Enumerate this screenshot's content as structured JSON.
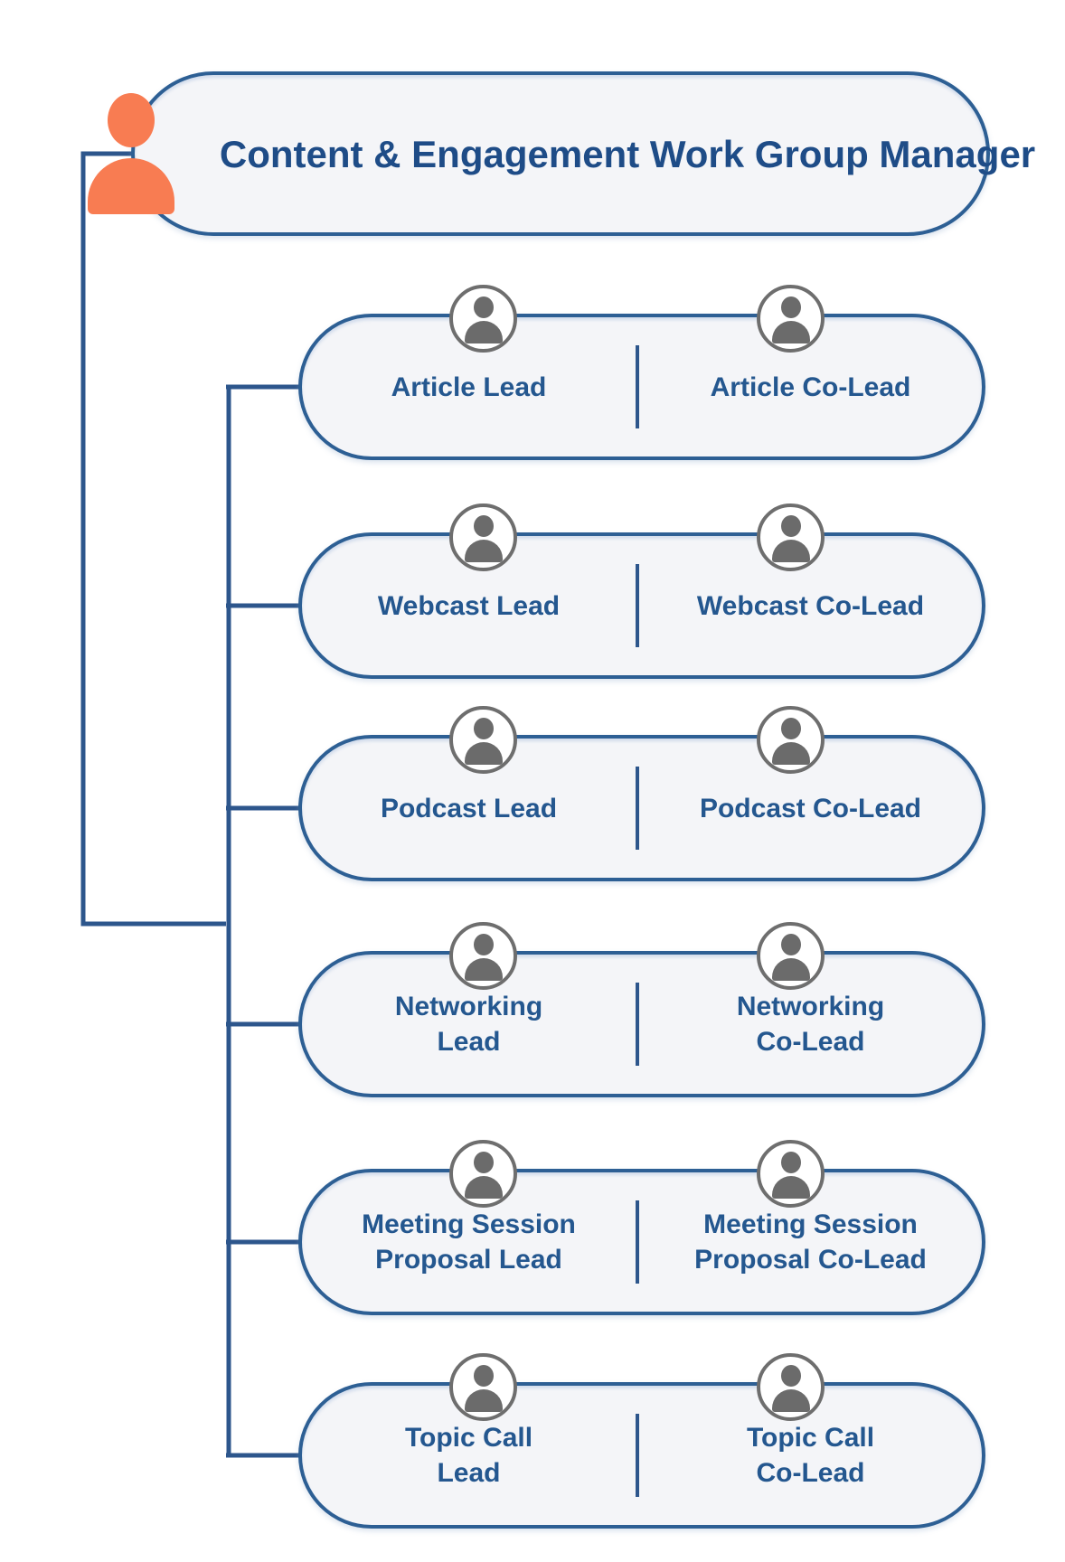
{
  "diagram_title": "Content & Engagement Work Group organization chart",
  "palette": {
    "connector_blue": "#2d568c",
    "pill_border_blue": "#2d5f94",
    "pill_fill": "#f4f5f8",
    "manager_title_text": "#1e4c87",
    "role_label_text": "#24578f",
    "avatar_gray": "#6e6e6e",
    "manager_icon_orange": "#f87c52",
    "background": "#ffffff"
  },
  "manager": {
    "title_line1": "Content & Engagement",
    "title_line2": "Work Group Manager",
    "icon": "person-icon-orange"
  },
  "rows": [
    {
      "id": "article",
      "lead_line1": "Article Lead",
      "lead_line2": "",
      "colead_line1": "Article Co-Lead",
      "colead_line2": ""
    },
    {
      "id": "webcast",
      "lead_line1": "Webcast Lead",
      "lead_line2": "",
      "colead_line1": "Webcast Co-Lead",
      "colead_line2": ""
    },
    {
      "id": "podcast",
      "lead_line1": "Podcast Lead",
      "lead_line2": "",
      "colead_line1": "Podcast Co-Lead",
      "colead_line2": ""
    },
    {
      "id": "networking",
      "lead_line1": "Networking",
      "lead_line2": "Lead",
      "colead_line1": "Networking",
      "colead_line2": "Co-Lead"
    },
    {
      "id": "meeting-session-proposal",
      "lead_line1": "Meeting Session",
      "lead_line2": "Proposal Lead",
      "colead_line1": "Meeting Session",
      "colead_line2": "Proposal Co-Lead"
    },
    {
      "id": "topic-call",
      "lead_line1": "Topic Call",
      "lead_line2": "Lead",
      "colead_line1": "Topic Call",
      "colead_line2": "Co-Lead"
    }
  ]
}
